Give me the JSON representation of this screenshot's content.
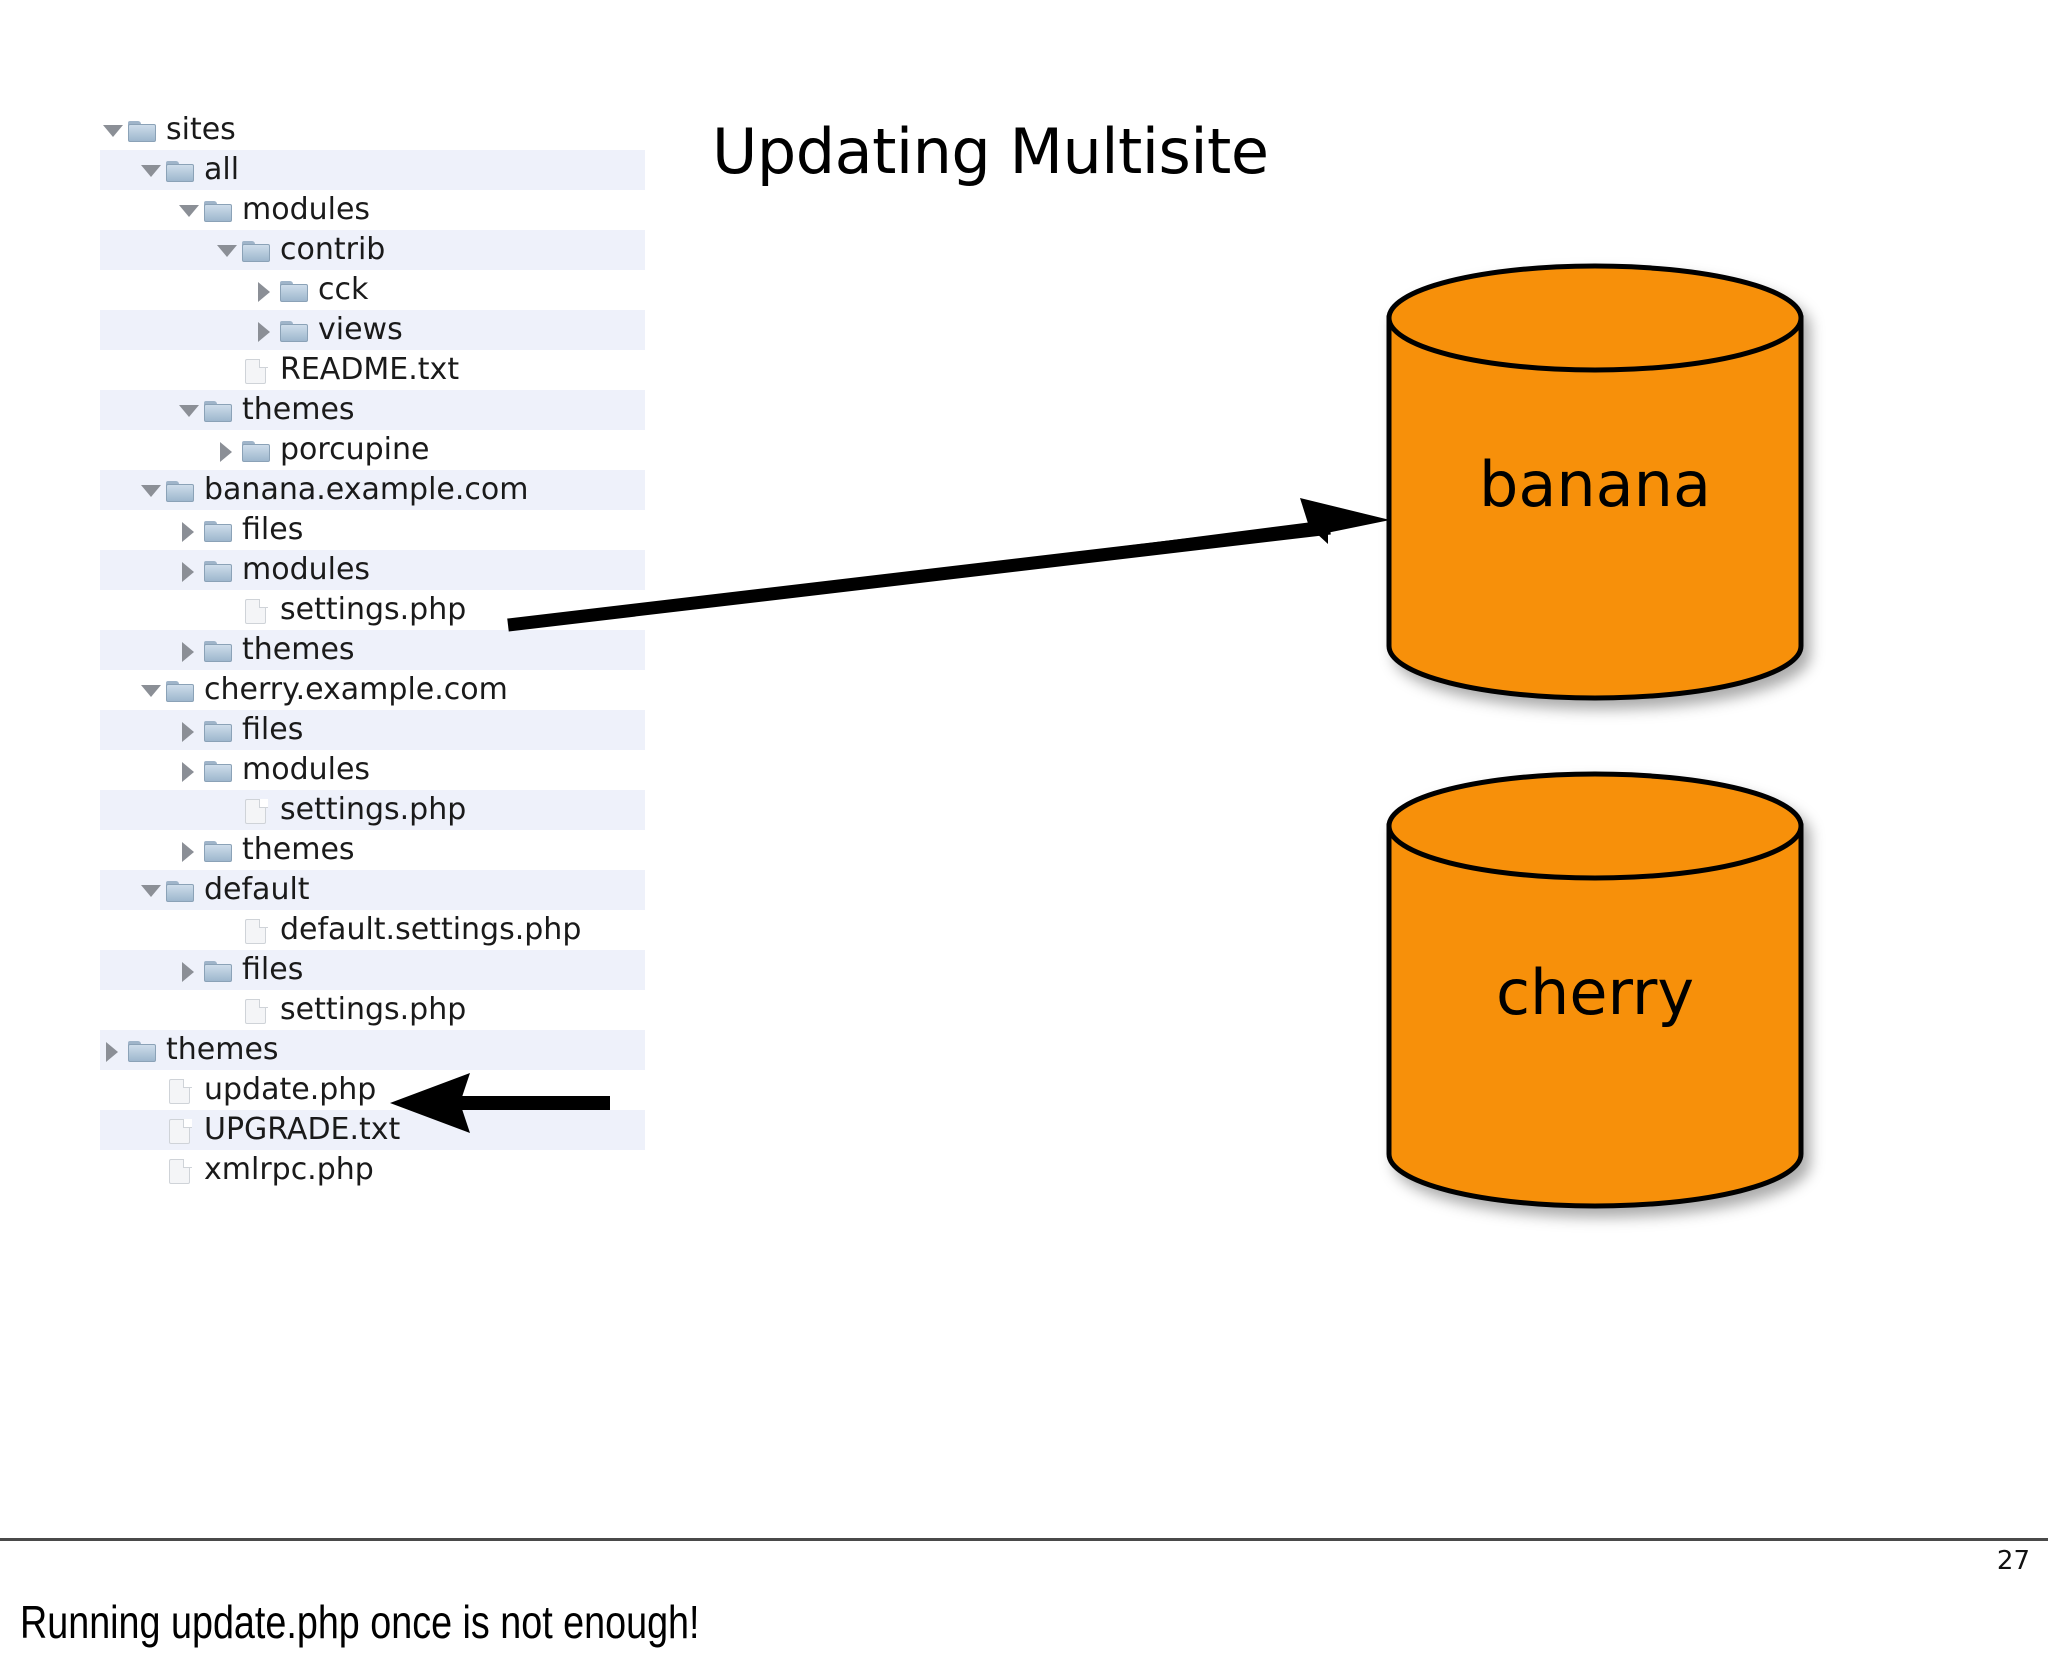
{
  "slide": {
    "title": "Updating Multisite",
    "page_number": "27",
    "caption": "Running update.php once is not enough!"
  },
  "file_tree": {
    "name": "sites-file-tree",
    "rows": [
      {
        "label": "sites",
        "type": "folder",
        "twisty": "open",
        "depth": 0,
        "striped": false
      },
      {
        "label": "all",
        "type": "folder",
        "twisty": "open",
        "depth": 1,
        "striped": true
      },
      {
        "label": "modules",
        "type": "folder",
        "twisty": "open",
        "depth": 2,
        "striped": false
      },
      {
        "label": "contrib",
        "type": "folder",
        "twisty": "open",
        "depth": 3,
        "striped": true
      },
      {
        "label": "cck",
        "type": "folder",
        "twisty": "closed",
        "depth": 4,
        "striped": false
      },
      {
        "label": "views",
        "type": "folder",
        "twisty": "closed",
        "depth": 4,
        "striped": true
      },
      {
        "label": "README.txt",
        "type": "file",
        "twisty": "none",
        "depth": 3,
        "striped": false
      },
      {
        "label": "themes",
        "type": "folder",
        "twisty": "open",
        "depth": 2,
        "striped": true
      },
      {
        "label": "porcupine",
        "type": "folder",
        "twisty": "closed",
        "depth": 3,
        "striped": false
      },
      {
        "label": "banana.example.com",
        "type": "folder",
        "twisty": "open",
        "depth": 1,
        "striped": true
      },
      {
        "label": "files",
        "type": "folder",
        "twisty": "closed",
        "depth": 2,
        "striped": false
      },
      {
        "label": "modules",
        "type": "folder",
        "twisty": "closed",
        "depth": 2,
        "striped": true
      },
      {
        "label": "settings.php",
        "type": "file",
        "twisty": "none",
        "depth": 3,
        "striped": false
      },
      {
        "label": "themes",
        "type": "folder",
        "twisty": "closed",
        "depth": 2,
        "striped": true
      },
      {
        "label": "cherry.example.com",
        "type": "folder",
        "twisty": "open",
        "depth": 1,
        "striped": false
      },
      {
        "label": "files",
        "type": "folder",
        "twisty": "closed",
        "depth": 2,
        "striped": true
      },
      {
        "label": "modules",
        "type": "folder",
        "twisty": "closed",
        "depth": 2,
        "striped": false
      },
      {
        "label": "settings.php",
        "type": "file",
        "twisty": "none",
        "depth": 3,
        "striped": true
      },
      {
        "label": "themes",
        "type": "folder",
        "twisty": "closed",
        "depth": 2,
        "striped": false
      },
      {
        "label": "default",
        "type": "folder",
        "twisty": "open",
        "depth": 1,
        "striped": true
      },
      {
        "label": "default.settings.php",
        "type": "file",
        "twisty": "none",
        "depth": 3,
        "striped": false
      },
      {
        "label": "files",
        "type": "folder",
        "twisty": "closed",
        "depth": 2,
        "striped": true
      },
      {
        "label": "settings.php",
        "type": "file",
        "twisty": "none",
        "depth": 3,
        "striped": false
      },
      {
        "label": "themes",
        "type": "folder",
        "twisty": "closed",
        "depth": 0,
        "striped": true
      },
      {
        "label": "update.php",
        "type": "file",
        "twisty": "none",
        "depth": 1,
        "striped": false
      },
      {
        "label": "UPGRADE.txt",
        "type": "file",
        "twisty": "none",
        "depth": 1,
        "striped": true
      },
      {
        "label": "xmlrpc.php",
        "type": "file",
        "twisty": "none",
        "depth": 1,
        "striped": false
      }
    ]
  },
  "databases": [
    {
      "label": "banana",
      "color": "#F7900A",
      "stroke": "#000000"
    },
    {
      "label": "cherry",
      "color": "#F7900A",
      "stroke": "#000000"
    }
  ],
  "arrows": [
    {
      "name": "settings-to-banana",
      "direction": "right"
    },
    {
      "name": "pointer-to-update-php",
      "direction": "left"
    }
  ]
}
